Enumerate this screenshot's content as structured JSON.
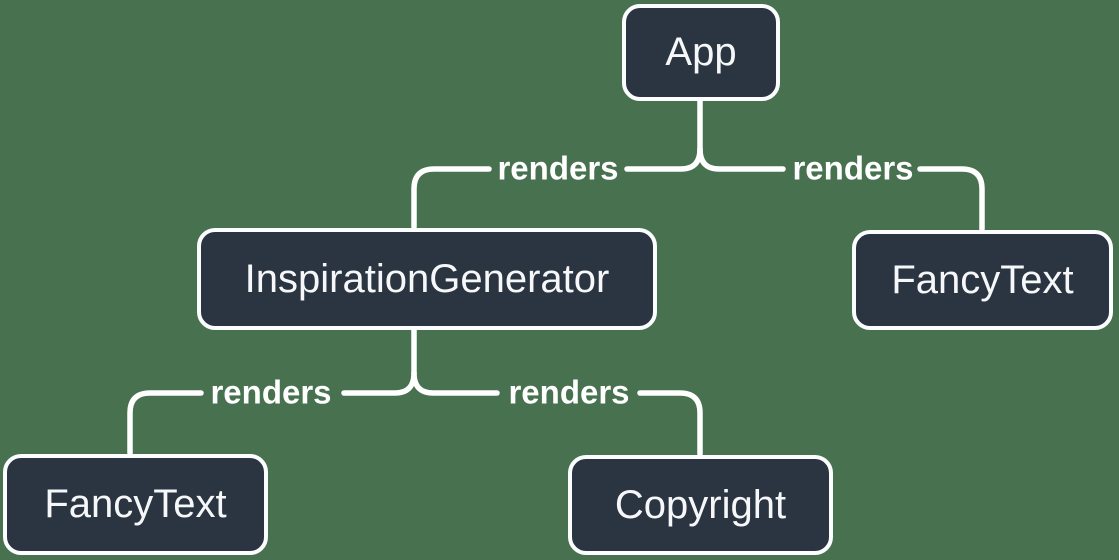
{
  "colors": {
    "background": "#47714F",
    "node_fill": "#2B3441",
    "node_border": "#FCFDFE",
    "connector": "#FFFFFF",
    "text": "#F6F7F9"
  },
  "nodes": [
    {
      "id": "app",
      "label": "App"
    },
    {
      "id": "inspiration-generator",
      "label": "InspirationGenerator"
    },
    {
      "id": "fancy-text-top",
      "label": "FancyText"
    },
    {
      "id": "fancy-text-bottom",
      "label": "FancyText"
    },
    {
      "id": "copyright",
      "label": "Copyright"
    }
  ],
  "edges": [
    {
      "from": "App",
      "to": "InspirationGenerator",
      "label": "renders"
    },
    {
      "from": "App",
      "to": "FancyText",
      "label": "renders"
    },
    {
      "from": "InspirationGenerator",
      "to": "FancyText",
      "label": "renders"
    },
    {
      "from": "InspirationGenerator",
      "to": "Copyright",
      "label": "renders"
    }
  ]
}
